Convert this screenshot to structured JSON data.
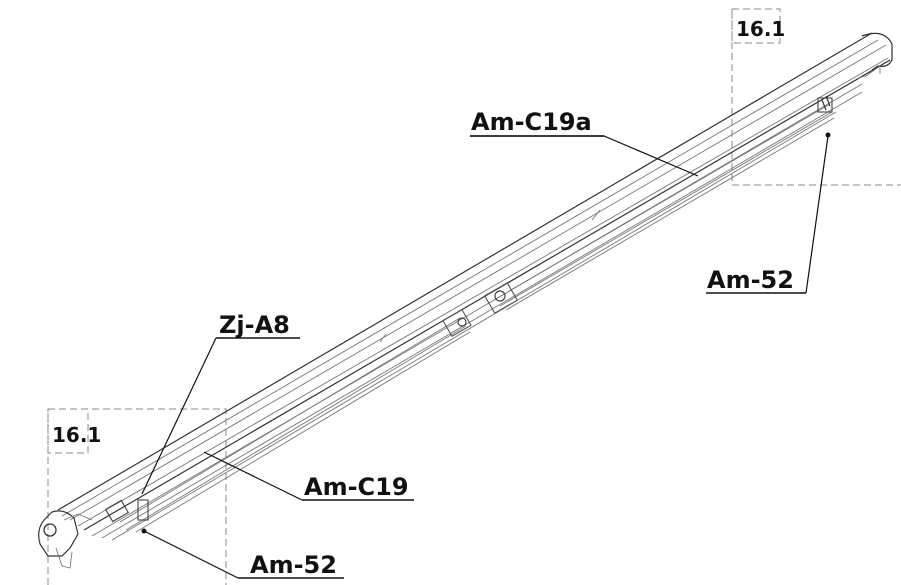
{
  "colors": {
    "line": "#777777",
    "text": "#111111",
    "detail_box": "#8a8a8a",
    "background": "#ffffff"
  },
  "labels": {
    "detail_top": "16.1",
    "detail_bottom": "16.1",
    "am_c19a": "Am-C19a",
    "am_52_top": "Am-52",
    "zj_a8": "Zj-A8",
    "am_c19": "Am-C19",
    "am_52_bottom": "Am-52"
  }
}
